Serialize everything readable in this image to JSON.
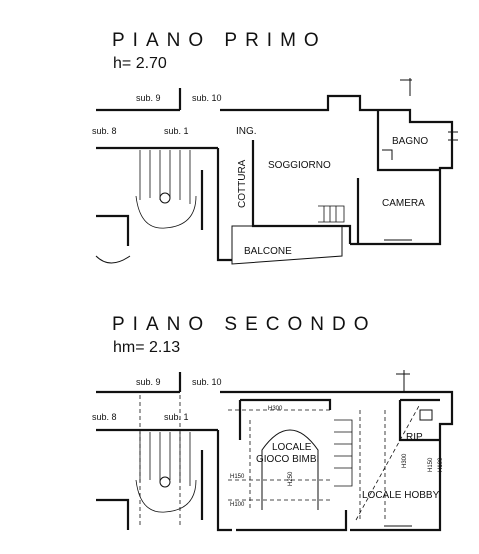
{
  "floors": [
    {
      "title": "PIANO PRIMO",
      "height_label": "h= 2.70",
      "rooms": {
        "ingresso": "ING.",
        "bagno": "BAGNO",
        "soggiorno": "SOGGIORNO",
        "cottura": "COTTURA",
        "camera": "CAMERA",
        "balcone": "BALCONE"
      },
      "subs": [
        "sub. 9",
        "sub. 10",
        "sub. 8",
        "sub. 1"
      ]
    },
    {
      "title": "PIANO SECONDO",
      "height_label": "hm= 2.13",
      "rooms": {
        "locale_gioco_1": "LOCALE",
        "locale_gioco_2": "GIOCO BIMBI",
        "rip": "RIP.",
        "locale_hobby": "LOCALE HOBBY"
      },
      "subs": [
        "sub. 9",
        "sub. 10",
        "sub. 8",
        "sub. 1"
      ],
      "heights": [
        "H300",
        "H250",
        "H150",
        "H100",
        "H300",
        "H150",
        "H100"
      ]
    }
  ]
}
